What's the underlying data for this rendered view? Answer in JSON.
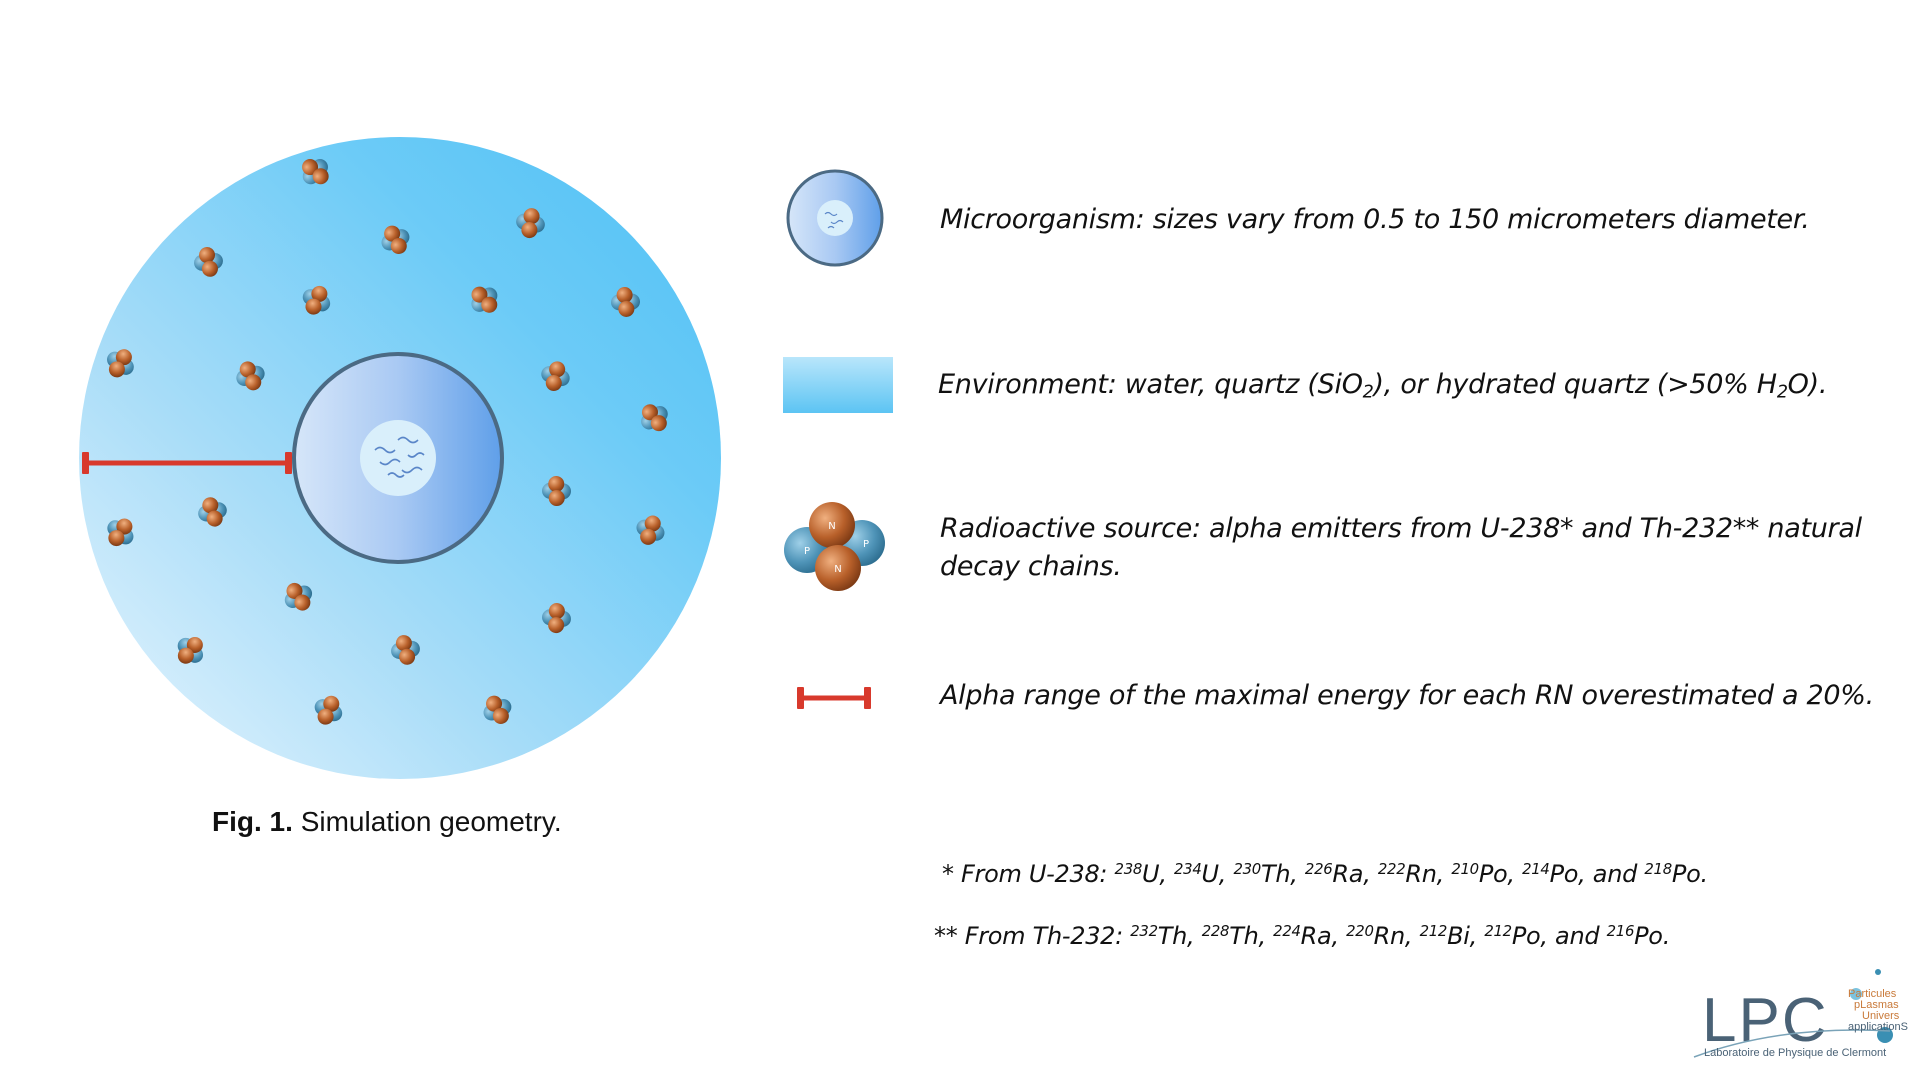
{
  "figure": {
    "caption_bold": "Fig. 1.",
    "caption_text": "Simulation geometry.",
    "colors": {
      "environment_light": "#e3f3fd",
      "environment_dark": "#5bc8f6",
      "cell_fill_light": "#c8def7",
      "cell_fill_dark": "#6aa6ec",
      "cell_border": "#4b6a84",
      "range_bar": "#d8392c",
      "proton": "#4f94b8",
      "neutron": "#b8602a"
    }
  },
  "legend": [
    {
      "icon": "microorganism-icon",
      "text": "Microorganism: sizes vary from 0.5 to 150 micrometers diameter."
    },
    {
      "icon": "environment-swatch",
      "text_a": "Environment: water, quartz (SiO",
      "sub_a": "2",
      "text_b": "), or hydrated quartz (>50% H",
      "sub_b": "2",
      "text_c": "O)."
    },
    {
      "icon": "alpha-particle-icon",
      "text": "Radioactive source: alpha emitters from U-238* and Th-232** natural decay chains.",
      "proton_label": "P",
      "neutron_label": "N"
    },
    {
      "icon": "range-bar-icon",
      "text": "Alpha range of the maximal energy for each RN overestimated a 20%."
    }
  ],
  "notes": {
    "u238": {
      "prefix": "* From U-238: ",
      "isotopes": [
        {
          "mass": "238",
          "el": "U"
        },
        {
          "mass": "234",
          "el": "U"
        },
        {
          "mass": "230",
          "el": "Th"
        },
        {
          "mass": "226",
          "el": "Ra"
        },
        {
          "mass": "222",
          "el": "Rn"
        },
        {
          "mass": "210",
          "el": "Po"
        },
        {
          "mass": "214",
          "el": "Po"
        },
        {
          "mass": "218",
          "el": "Po"
        }
      ]
    },
    "th232": {
      "prefix": "** From Th-232: ",
      "isotopes": [
        {
          "mass": "232",
          "el": "Th"
        },
        {
          "mass": "228",
          "el": "Th"
        },
        {
          "mass": "224",
          "el": "Ra"
        },
        {
          "mass": "220",
          "el": "Rn"
        },
        {
          "mass": "212",
          "el": "Bi"
        },
        {
          "mass": "212",
          "el": "Po"
        },
        {
          "mass": "216",
          "el": "Po"
        }
      ]
    }
  },
  "logo": {
    "title": "LPC",
    "lines": [
      "Particules",
      "pLasmas",
      "Univers",
      "applicationS"
    ],
    "subtitle": "Laboratoire de Physique de Clermont"
  }
}
